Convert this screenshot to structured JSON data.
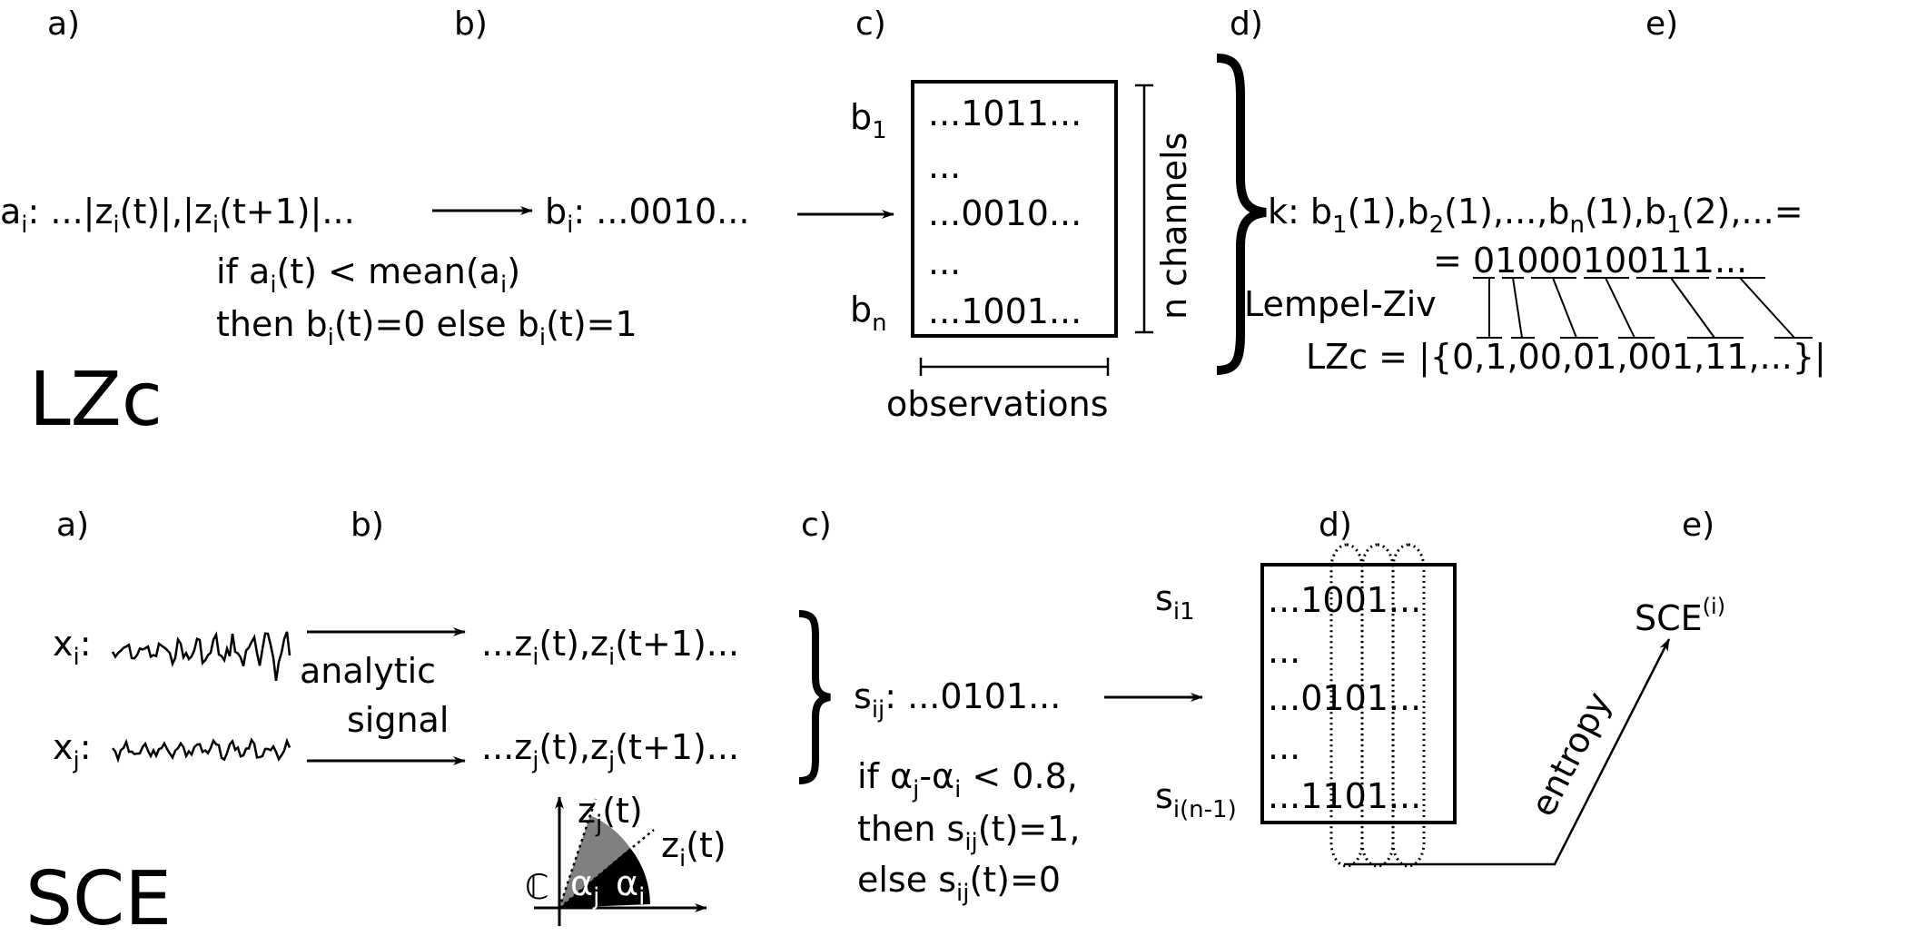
{
  "lzc": {
    "title": "LZc",
    "panel_labels": [
      "a)",
      "b)",
      "c)",
      "d)",
      "e)"
    ],
    "a": {
      "var": "a",
      "sub": "i",
      "rest": ": ...|z",
      "sub2": "i",
      "rest2": "(t)|,|z",
      "sub3": "i",
      "rest3": "(t+1)|..."
    },
    "b": {
      "var": "b",
      "sub": "i",
      "rest": ": ...0010...",
      "rule_line1": {
        "p1": "if a",
        "s1": "i",
        "p2": "(t) < mean(a",
        "s2": "i",
        "p3": ")"
      },
      "rule_line2": {
        "p1": "then b",
        "s1": "i",
        "p2": "(t)=0 else b",
        "s2": "i",
        "p3": "(t)=1"
      }
    },
    "c": {
      "row_labels": [
        {
          "var": "b",
          "sub": "1"
        },
        {
          "var": "b",
          "sub": "n"
        }
      ],
      "rows": [
        "...1011...",
        "...",
        "...0010...",
        "...",
        "...1001..."
      ],
      "side_label": "n channels",
      "bottom_label": "observations"
    },
    "d": {
      "k_line": {
        "p1": "k: b",
        "s1": "1",
        "p2": "(1),b",
        "s2": "2",
        "p3": "(1),...,b",
        "s3": "n",
        "p4": "(1),b",
        "s4": "1",
        "p5": "(2),...="
      },
      "eq_prefix": "= ",
      "bits": "01000100111...",
      "method": "Lempel-Ziv",
      "lzc_prefix": "LZc = |{",
      "words": [
        "0",
        "1",
        "00",
        "01",
        "001",
        "11"
      ],
      "lzc_suffix": ",...}|"
    }
  },
  "sce": {
    "title": "SCE",
    "panel_labels": [
      "a)",
      "b)",
      "c)",
      "d)",
      "e)"
    ],
    "signals": [
      {
        "var": "x",
        "sub": "i",
        "colon": ":"
      },
      {
        "var": "x",
        "sub": "j",
        "colon": ":"
      }
    ],
    "transform_label_line1": "analytic",
    "transform_label_line2": "signal",
    "analytic": [
      {
        "p1": "...z",
        "s1": "i",
        "p2": "(t),z",
        "s2": "i",
        "p3": "(t+1)..."
      },
      {
        "p1": "...z",
        "s1": "j",
        "p2": "(t),z",
        "s2": "j",
        "p3": "(t+1)..."
      }
    ],
    "phase_plot": {
      "plane": "ℂ",
      "zj": {
        "p": "z",
        "s": "j",
        "r": "(t)"
      },
      "zi": {
        "p": "z",
        "s": "i",
        "r": "(t)"
      },
      "alpha_j": {
        "p": "α",
        "s": "j"
      },
      "alpha_i": {
        "p": "α",
        "s": "i"
      }
    },
    "s_ij": {
      "p1": "s",
      "s1": "ij",
      "p2": ": ...0101..."
    },
    "rule": {
      "line1": {
        "p1": "if α",
        "s1": "j",
        "p2": "-α",
        "s2": "i",
        "p3": " < 0.8,"
      },
      "line2": {
        "p1": "then s",
        "s1": "ij",
        "p2": "(t)=1,"
      },
      "line3": {
        "p1": "else s",
        "s1": "ij",
        "p2": "(t)=0"
      }
    },
    "matrix": {
      "row_labels": [
        {
          "var": "s",
          "sub": "i1"
        },
        {
          "var": "s",
          "sub": "i(n-1)"
        }
      ],
      "rows": [
        "...1001...",
        "...",
        "...0101...",
        "...",
        "...1101..."
      ]
    },
    "arrow_label": "entropy",
    "output": {
      "p": "SCE",
      "sup": "(i)"
    }
  },
  "colors": {
    "ink": "#000000",
    "alpha_j_fill": "#808080",
    "alpha_i_fill": "#000000",
    "alpha_text": "#ffffff"
  }
}
